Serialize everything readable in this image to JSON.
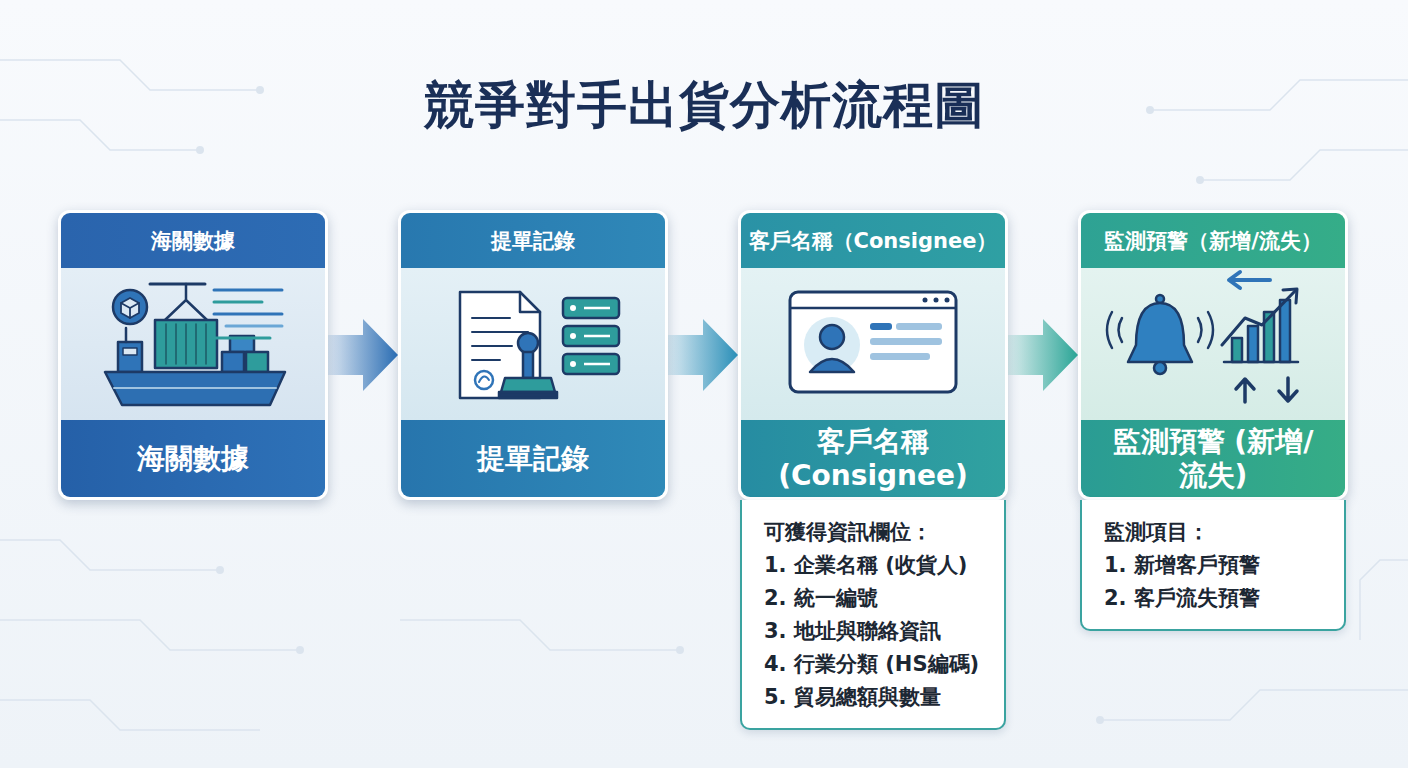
{
  "diagram": {
    "title": "競爭對手出貨分析流程圖",
    "nodes": [
      {
        "text": [
          "海關數據",
          "海關數據"
        ]
      },
      {
        "text": [
          "提單記錄",
          "提單記錄"
        ]
      },
      {
        "text": [
          "客戶名稱（Consignee）",
          "客戶名稱 (Consignee)"
        ]
      },
      {
        "text": [
          "監測預警（新增/流失）",
          "監測預警 (新增/流失)"
        ]
      },
      {
        "text": [
          "可獲得資訊欄位：",
          "1. 企業名稱 (收貨人)",
          "2. 統一編號",
          "3. 地址與聯絡資訊",
          "4. 行業分類 (HS編碼)",
          "5. 貿易總額與數量"
        ]
      },
      {
        "text": [
          "監測項目：",
          "1. 新增客戶預警",
          "2. 客戶流失預警"
        ]
      }
    ],
    "edges": [
      {
        "from": 0,
        "to": 1,
        "arrow": "to"
      },
      {
        "from": 1,
        "to": 2,
        "arrow": "to"
      },
      {
        "from": 2,
        "to": 3,
        "arrow": "to"
      }
    ]
  }
}
